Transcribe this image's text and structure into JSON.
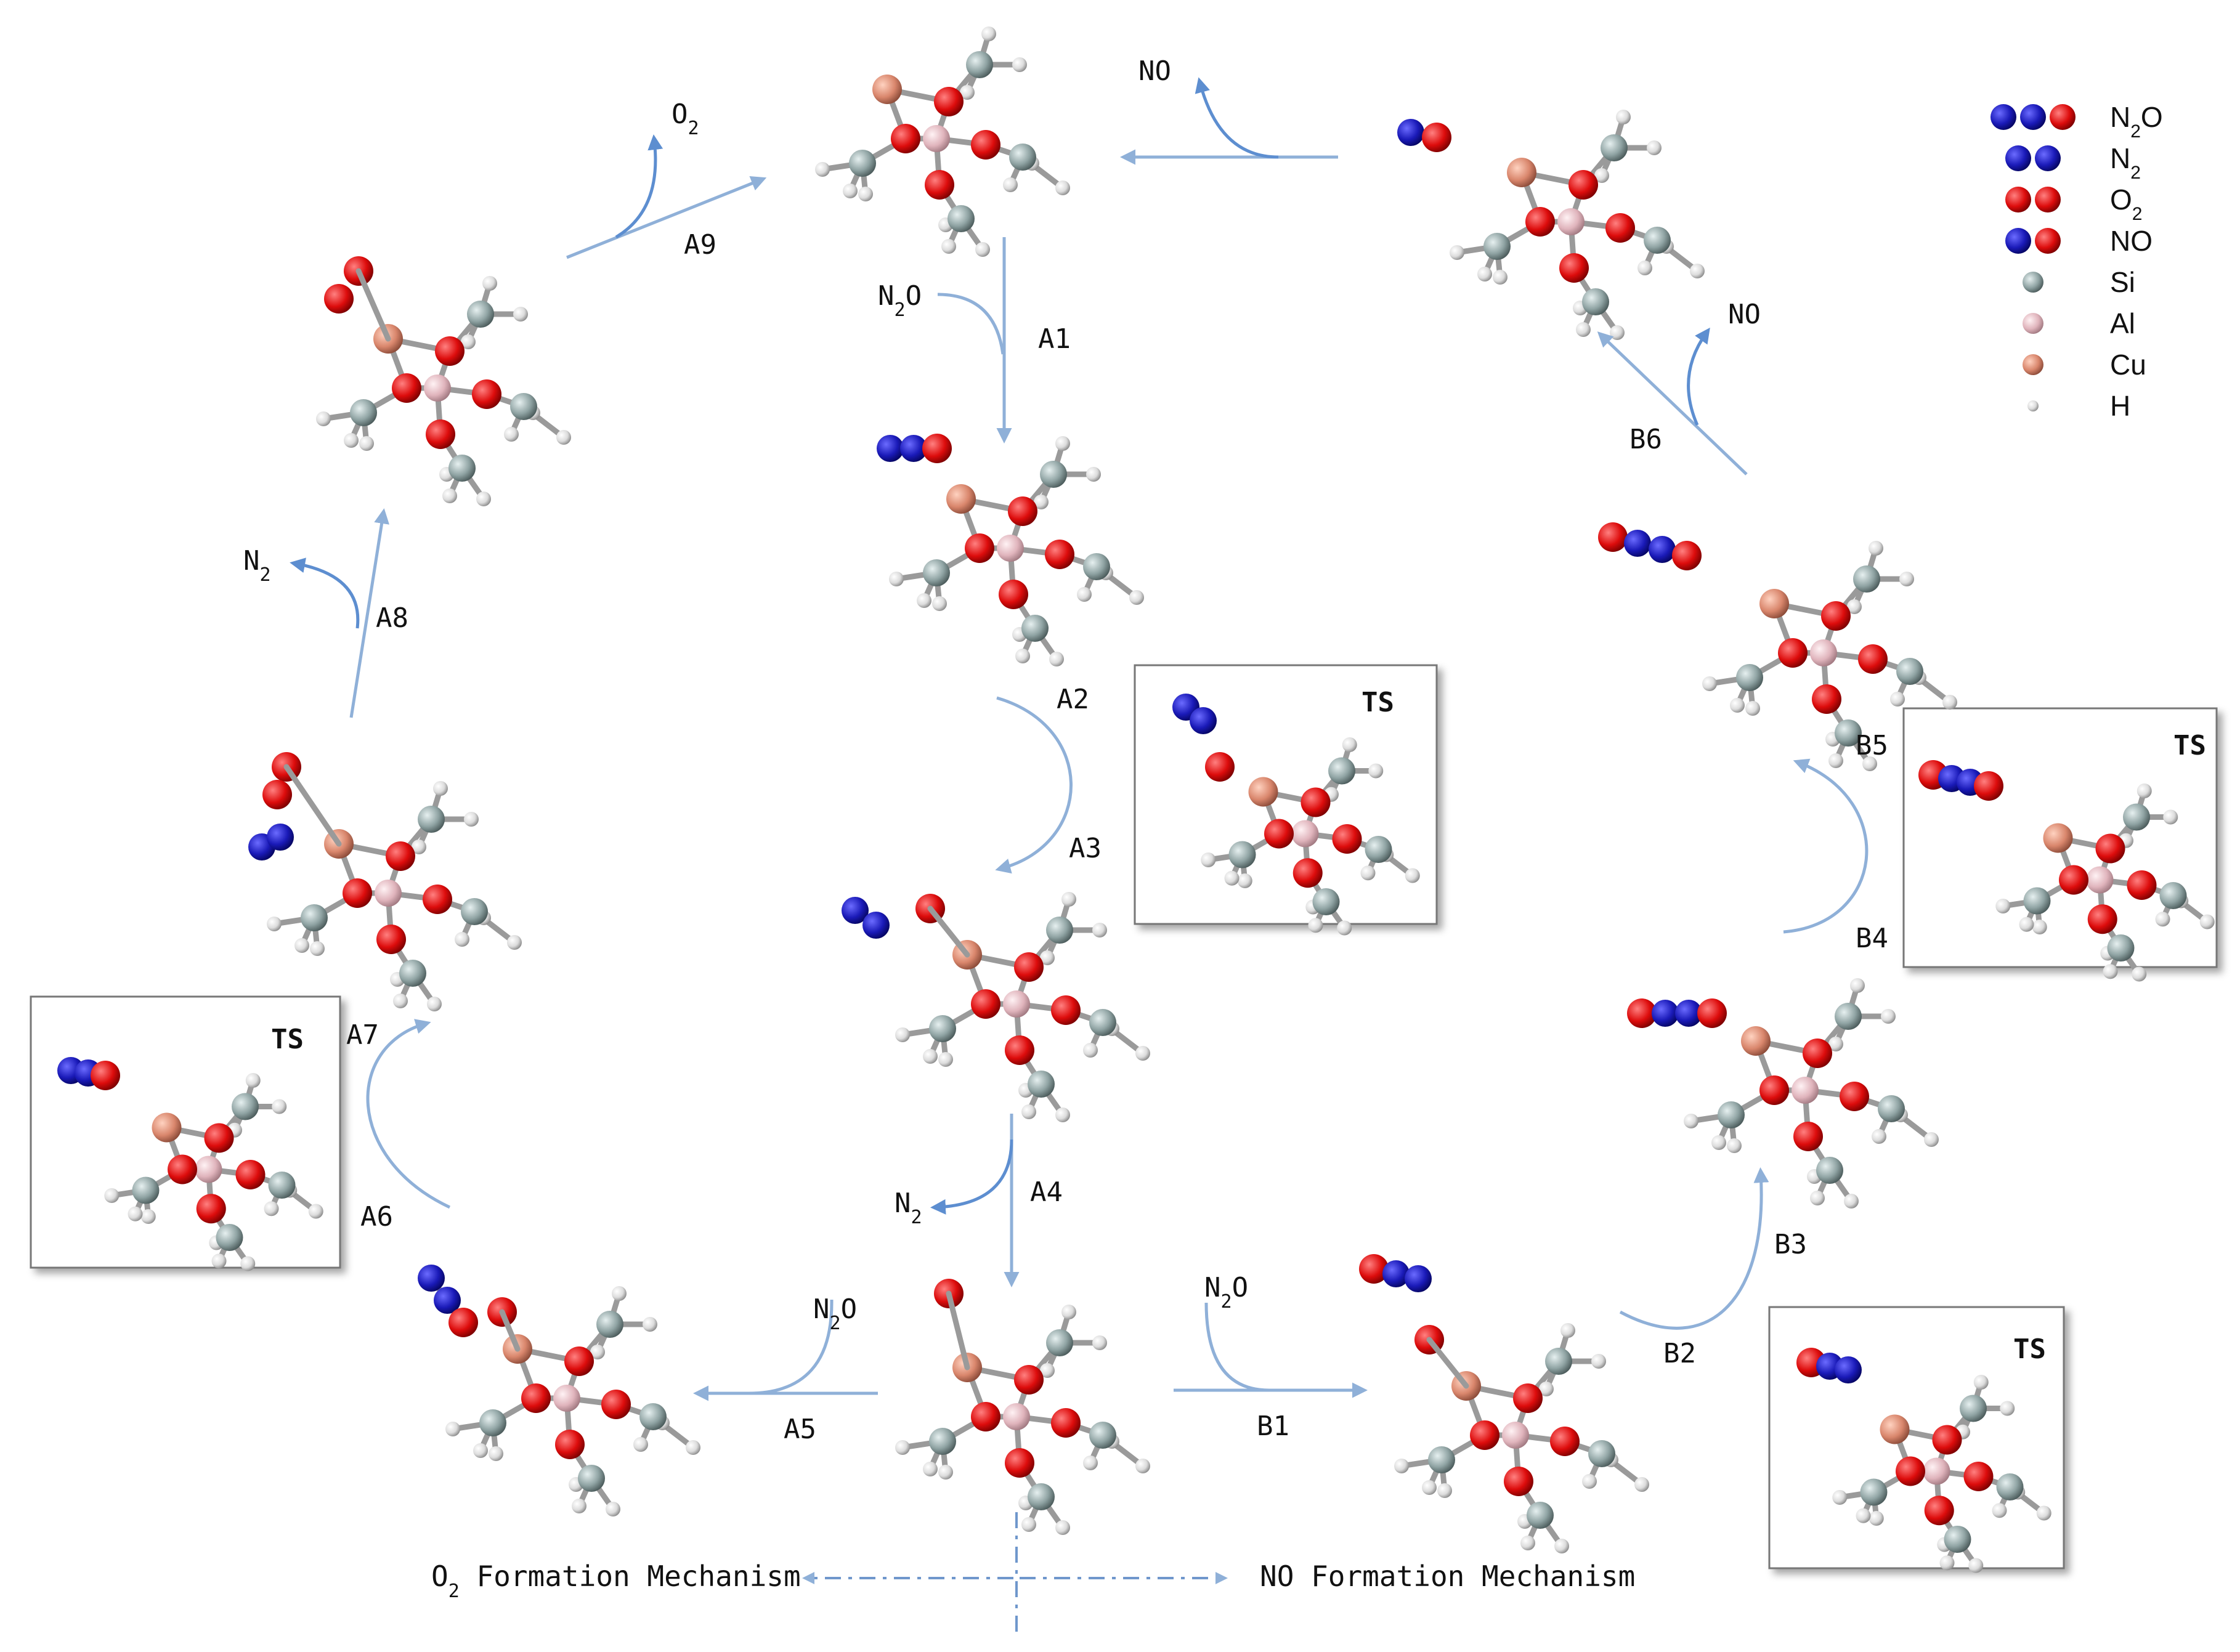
{
  "legend": [
    {
      "label": "N",
      "sub": "2",
      "tail": "O",
      "icon": "n2o-molecule-icon",
      "balls": [
        "N",
        "N",
        "O"
      ]
    },
    {
      "label": "N",
      "sub": "2",
      "tail": "",
      "icon": "n2-molecule-icon",
      "balls": [
        "N",
        "N"
      ]
    },
    {
      "label": "O",
      "sub": "2",
      "tail": "",
      "icon": "o2-molecule-icon",
      "balls": [
        "O",
        "O"
      ]
    },
    {
      "label": "NO",
      "sub": "",
      "tail": "",
      "icon": "no-molecule-icon",
      "balls": [
        "N",
        "O"
      ]
    },
    {
      "label": "Si",
      "sub": "",
      "tail": "",
      "icon": "si-atom-icon",
      "balls": [
        "Si"
      ]
    },
    {
      "label": "Al",
      "sub": "",
      "tail": "",
      "icon": "al-atom-icon",
      "balls": [
        "Al"
      ]
    },
    {
      "label": "Cu",
      "sub": "",
      "tail": "",
      "icon": "cu-atom-icon",
      "balls": [
        "Cu"
      ]
    },
    {
      "label": "H",
      "sub": "",
      "tail": "",
      "icon": "h-atom-icon",
      "balls": [
        "H"
      ]
    }
  ],
  "colors": {
    "N": "#1a1ab8",
    "O": "#dd0c0c",
    "Si": "#8fa3a3",
    "Al": "#e0b4bc",
    "Cu": "#d9866c",
    "H": "#e8e8e8",
    "arrow": "#8fb0d8",
    "species_arrow": "#5d8ed0"
  },
  "steps": {
    "A1": "A1",
    "A2": "A2",
    "A3": "A3",
    "A4": "A4",
    "A5": "A5",
    "A6": "A6",
    "A7": "A7",
    "A8": "A8",
    "A9": "A9",
    "B1": "B1",
    "B2": "B2",
    "B3": "B3",
    "B4": "B4",
    "B5": "B5",
    "B6": "B6"
  },
  "species": {
    "o2_top": {
      "main": "O",
      "sub": "2"
    },
    "no_top": {
      "main": "NO",
      "sub": ""
    },
    "no_right": {
      "main": "NO",
      "sub": ""
    },
    "n2o_a1": {
      "main": "N",
      "sub": "2",
      "tail": "O"
    },
    "n2_a4": {
      "main": "N",
      "sub": "2"
    },
    "n2_a8": {
      "main": "N",
      "sub": "2"
    },
    "n2o_a5": {
      "main": "N",
      "sub": "2",
      "tail": "O"
    },
    "n2o_b1": {
      "main": "N",
      "sub": "2",
      "tail": "O"
    }
  },
  "ts_label": "TS",
  "mechanisms": {
    "o2": {
      "main": "O",
      "sub": "2",
      "text": " Formation Mechanism"
    },
    "no": "NO Formation Mechanism"
  }
}
